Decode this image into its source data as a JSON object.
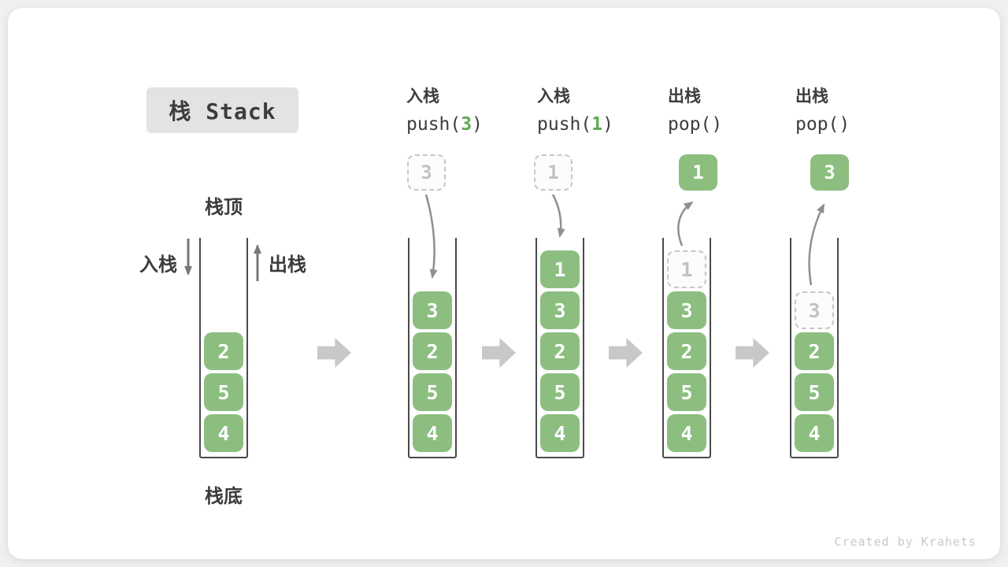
{
  "page": {
    "title": "栈 Stack",
    "watermark": "Created by Krahets"
  },
  "legend": {
    "stack_top": "栈顶",
    "stack_bottom": "栈底",
    "push": "入栈",
    "pop": "出栈"
  },
  "steps": [
    {
      "name": "push-3",
      "label": "入栈",
      "code_pre": "push(",
      "code_arg": "3",
      "code_post": ")"
    },
    {
      "name": "push-1",
      "label": "入栈",
      "code_pre": "push(",
      "code_arg": "1",
      "code_post": ")"
    },
    {
      "name": "pop-first",
      "label": "出栈",
      "code_pre": "pop(",
      "code_arg": "",
      "code_post": ")"
    },
    {
      "name": "pop-second",
      "label": "出栈",
      "code_pre": "pop(",
      "code_arg": "",
      "code_post": ")"
    }
  ],
  "floating_boxes": [
    {
      "value": "3",
      "style": "dashed",
      "meaning": "element to push"
    },
    {
      "value": "1",
      "style": "dashed",
      "meaning": "element to push"
    },
    {
      "value": "1",
      "style": "solid",
      "meaning": "popped element"
    },
    {
      "value": "3",
      "style": "solid",
      "meaning": "popped element"
    }
  ],
  "stacks": [
    {
      "name": "initial",
      "cells": [
        {
          "value": "2"
        },
        {
          "value": "5"
        },
        {
          "value": "4"
        }
      ]
    },
    {
      "name": "after-push-3",
      "cells": [
        {
          "value": "3"
        },
        {
          "value": "2"
        },
        {
          "value": "5"
        },
        {
          "value": "4"
        }
      ]
    },
    {
      "name": "after-push-1",
      "cells": [
        {
          "value": "1"
        },
        {
          "value": "3"
        },
        {
          "value": "2"
        },
        {
          "value": "5"
        },
        {
          "value": "4"
        }
      ]
    },
    {
      "name": "after-pop-1",
      "cells": [
        {
          "value": "1",
          "ghost": true
        },
        {
          "value": "3"
        },
        {
          "value": "2"
        },
        {
          "value": "5"
        },
        {
          "value": "4"
        }
      ]
    },
    {
      "name": "after-pop-3",
      "cells": [
        {
          "value": "3",
          "ghost": true
        },
        {
          "value": "2"
        },
        {
          "value": "5"
        },
        {
          "value": "4"
        }
      ]
    }
  ],
  "colors": {
    "accent_green": "#8cbe80",
    "code_green": "#5ea952",
    "text_dark": "#3c3c3c",
    "wall": "#4a4a4a",
    "ghost_border": "#c7c7c7",
    "ghost_text": "#c2c2c2",
    "arrow": "#8f8f8f",
    "chevron": "#c8c8c8",
    "title_bg": "#e3e3e3",
    "watermark": "#c9c9c9",
    "page_bg": "#f0f0f0",
    "card_bg": "#ffffff"
  }
}
